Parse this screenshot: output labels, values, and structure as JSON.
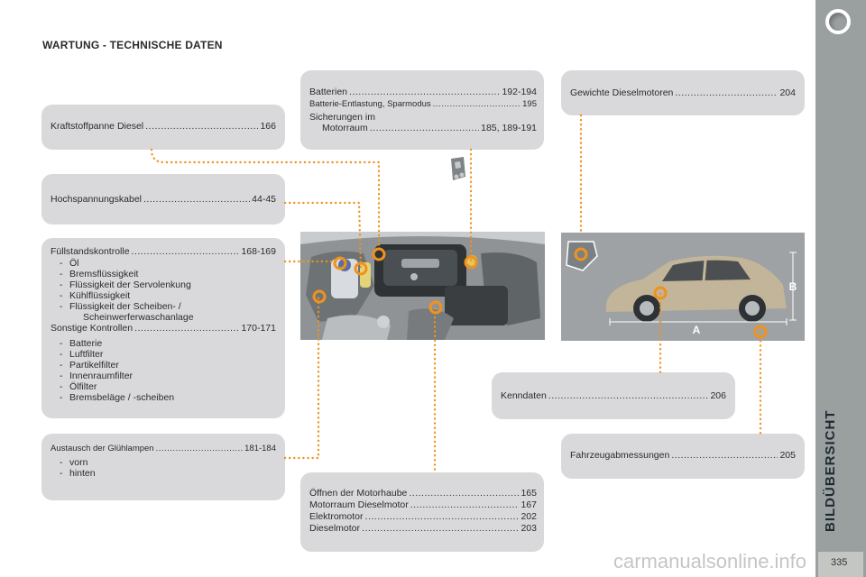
{
  "title": "WARTUNG - TECHNISCHE DATEN",
  "section_label": "BILDÜBERSICHT",
  "page_number": "335",
  "watermark": "carmanualsonline.info",
  "boxes": {
    "kraftstoff": {
      "label": "Kraftstoffpanne Diesel",
      "page": "166"
    },
    "hochspannung": {
      "label": "Hochspannungskabel",
      "page": "44-45"
    },
    "fuellstand": {
      "label": "Füllstandskontrolle",
      "page": "168-169",
      "items": [
        "Öl",
        "Bremsflüssigkeit",
        "Flüssigkeit der Servolenkung",
        "Kühlflüssigkeit",
        "Flüssigkeit der Scheiben- /"
      ],
      "item_cont": "Scheinwerferwaschanlage",
      "label2": "Sonstige Kontrollen",
      "page2": "170-171",
      "items2": [
        "Batterie",
        "Luftfilter",
        "Partikelfilter",
        "Innenraumfilter",
        "Ölfilter",
        "Bremsbeläge / -scheiben"
      ]
    },
    "gluehlampen": {
      "label": "Austausch der Glühlampen",
      "page": "181-184",
      "items": [
        "vorn",
        "hinten"
      ]
    },
    "batterien": {
      "label1": "Batterien",
      "page1": "192-194",
      "label2": "Batterie-Entlastung, Sparmodus",
      "page2": "195",
      "label3": "Sicherungen im",
      "label3b": "Motorraum",
      "page3": "185, 189-191"
    },
    "gewichte": {
      "label": "Gewichte Dieselmotoren",
      "page": "204"
    },
    "kenndaten": {
      "label": "Kenndaten",
      "page": "206"
    },
    "abmessungen": {
      "label": "Fahrzeugabmessungen",
      "page": "205"
    },
    "motorhaube": {
      "rows": [
        {
          "label": "Öffnen der Motorhaube",
          "page": "165"
        },
        {
          "label": "Motorraum Dieselmotor",
          "page": "167"
        },
        {
          "label": "Elektromotor",
          "page": "202"
        },
        {
          "label": "Dieselmotor",
          "page": "203"
        }
      ]
    }
  },
  "car_labels": {
    "a": "A",
    "b": "B"
  },
  "colors": {
    "box_bg": "#d9d9db",
    "sidebar": "#9a9fa0",
    "marker": "#f0921e",
    "leader": "#f0921e"
  }
}
